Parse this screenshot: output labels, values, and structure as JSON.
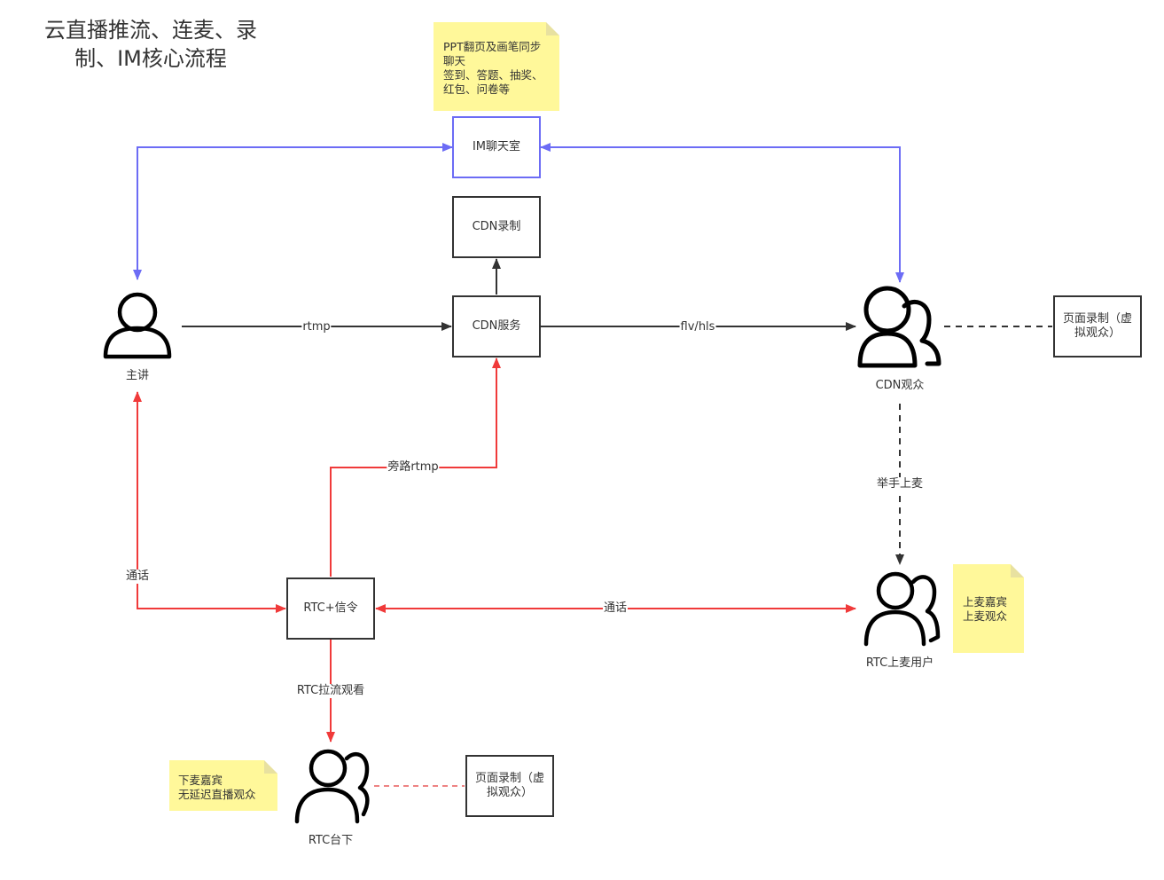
{
  "title": "云直播推流、连麦、录制、IM核心流程",
  "notes": {
    "im_features": [
      "PPT翻页及画笔同步",
      "聊天",
      "签到、答题、抽奖、",
      "红包、问卷等"
    ],
    "stage_guest": [
      "上麦嘉宾",
      "上麦观众"
    ],
    "offstage_guest": [
      "下麦嘉宾",
      "无延迟直播观众"
    ]
  },
  "boxes": {
    "im_chatroom": "IM聊天室",
    "cdn_record": "CDN录制",
    "cdn_service": "CDN服务",
    "rtc_signal": "RTC+信令",
    "page_record_right": "页面录制（虚拟观众）",
    "page_record_bottom": "页面录制（虚拟观众）"
  },
  "actors": {
    "presenter": "主讲",
    "cdn_audience": "CDN观众",
    "rtc_onstage_user": "RTC上麦用户",
    "rtc_offstage": "RTC台下"
  },
  "edges": {
    "rtmp": "rtmp",
    "flv_hls": "flv/hls",
    "bypass_rtmp": "旁路rtmp",
    "raise_hand": "举手上麦",
    "call_left": "通话",
    "call_right": "通话",
    "rtc_pull": "RTC拉流观看"
  },
  "colors": {
    "black": "#333333",
    "blue": "#6c6cf5",
    "red": "#f03a3a",
    "red_dashed": "#e85a5a",
    "note_yellow": "#fff89a"
  }
}
